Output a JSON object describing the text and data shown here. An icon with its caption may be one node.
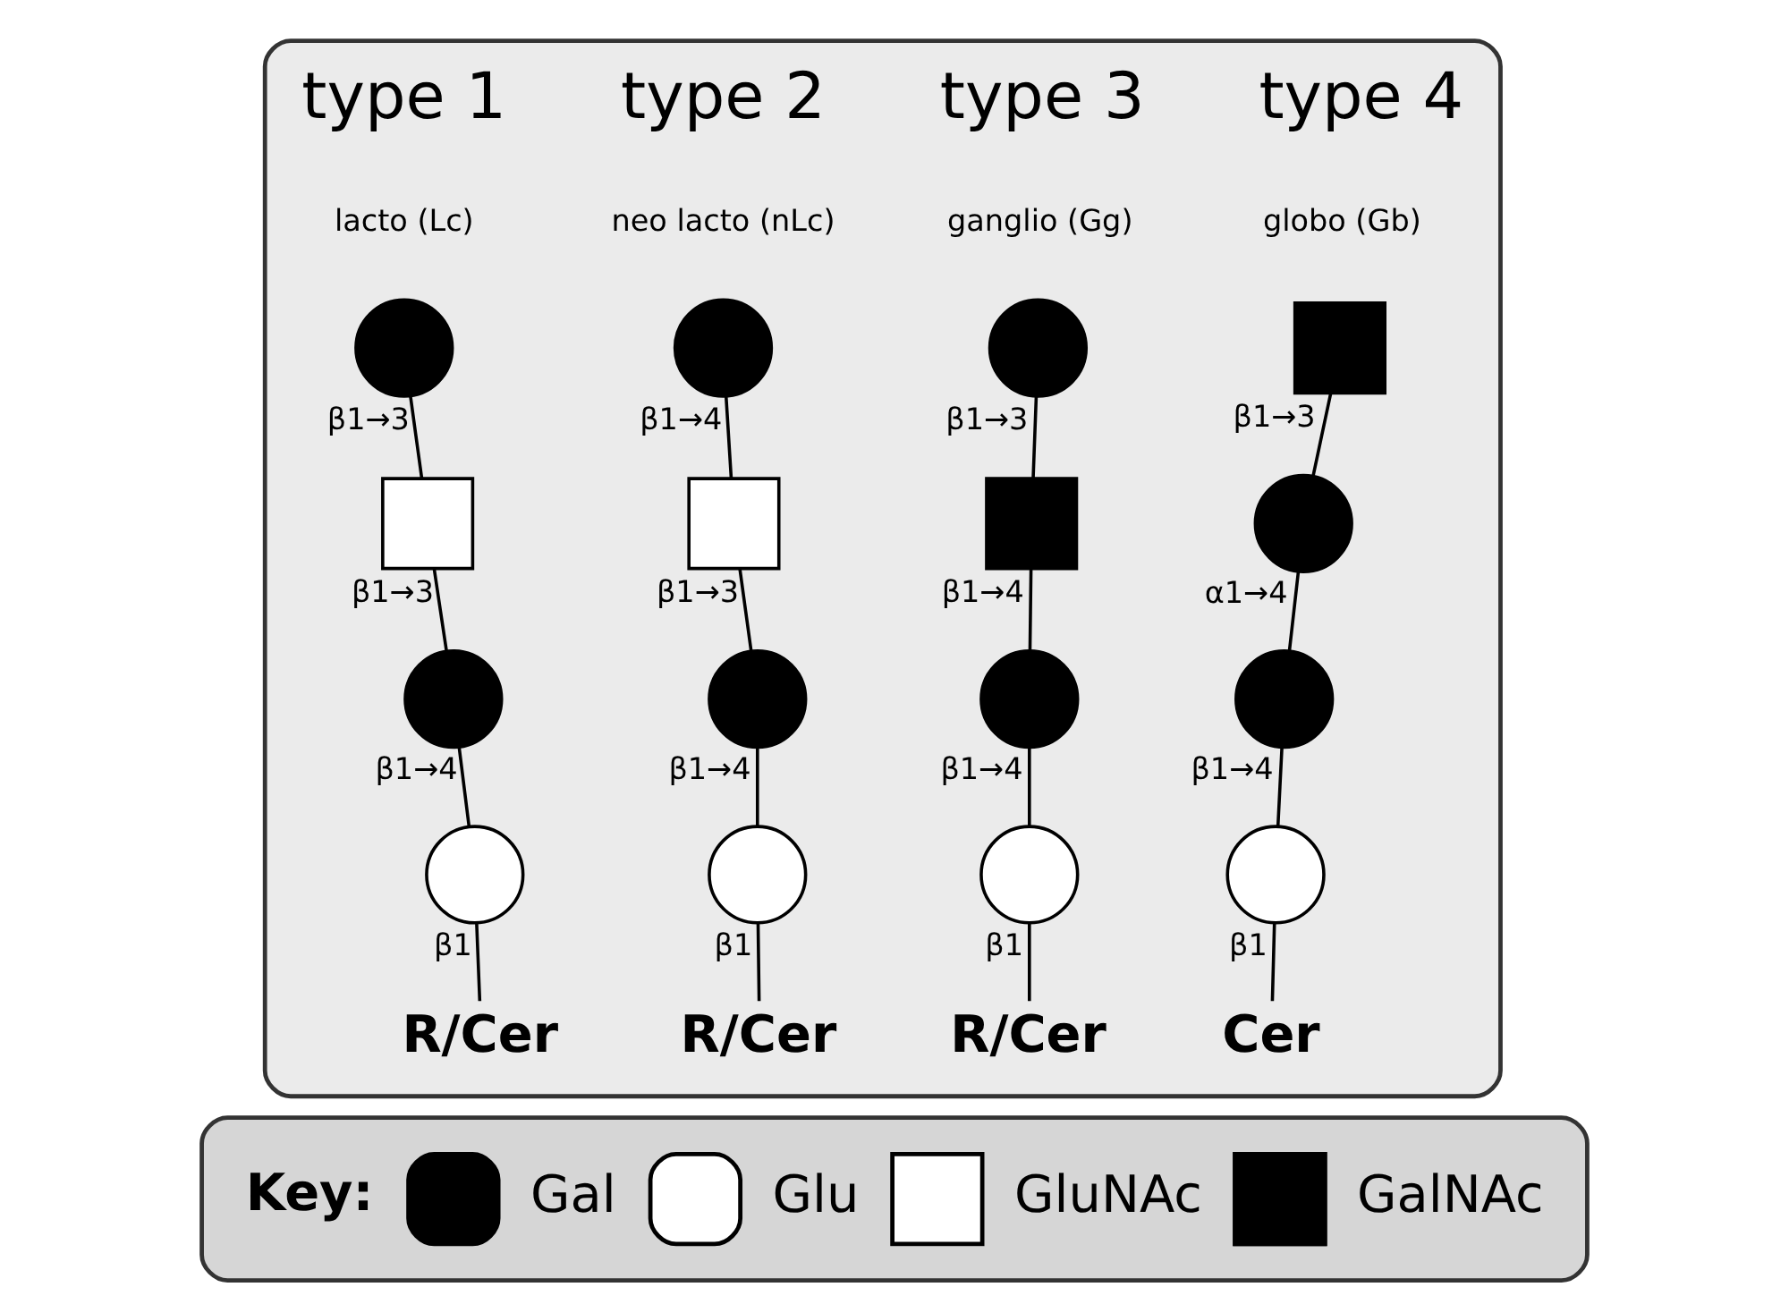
{
  "diagram": {
    "nodes": [
      {
        "text": [],
        "shape": "box"
      },
      {
        "text": [],
        "shape": "circle",
        "in": 0
      },
      {
        "text": [],
        "shape": "box",
        "in": 0
      },
      {
        "text": [],
        "shape": "circle",
        "in": 0
      },
      {
        "text": [],
        "shape": "circle",
        "in": 0
      },
      {
        "text": [
          "R/Cer"
        ],
        "in": 0
      },
      {
        "text": [],
        "shape": "circle",
        "in": 0
      },
      {
        "text": [],
        "shape": "box",
        "in": 0
      },
      {
        "text": [],
        "shape": "circle",
        "in": 0
      },
      {
        "text": [],
        "shape": "circle",
        "in": 0
      },
      {
        "text": [
          "R/Cer"
        ],
        "in": 0
      },
      {
        "text": [],
        "shape": "circle",
        "in": 0
      },
      {
        "text": [],
        "shape": "box",
        "in": 0
      },
      {
        "text": [],
        "shape": "circle",
        "in": 0
      },
      {
        "text": [],
        "shape": "circle",
        "in": 0
      },
      {
        "text": [
          "R/Cer"
        ],
        "in": 0
      },
      {
        "text": [],
        "shape": "box",
        "in": 0
      },
      {
        "text": [],
        "shape": "circle",
        "in": 0
      },
      {
        "text": [],
        "shape": "circle",
        "in": 0
      },
      {
        "text": [],
        "shape": "circle",
        "in": 0
      },
      {
        "text": [
          "Cer"
        ],
        "in": 0
      },
      {
        "text": [
          "Key:"
        ]
      }
    ],
    "edges": [
      {
        "from": 1,
        "to": 2,
        "arrow": "none",
        "label": "β1→3"
      },
      {
        "from": 2,
        "to": 3,
        "arrow": "none",
        "label": "β1→3"
      },
      {
        "from": 3,
        "to": 4,
        "arrow": "none",
        "label": "β1→4"
      },
      {
        "from": 4,
        "to": 5,
        "arrow": "none",
        "label": "β1"
      },
      {
        "from": 6,
        "to": 7,
        "arrow": "none",
        "label": "β1→4"
      },
      {
        "from": 7,
        "to": 8,
        "arrow": "none",
        "label": "β1→3"
      },
      {
        "from": 8,
        "to": 9,
        "arrow": "none",
        "label": "β1→4"
      },
      {
        "from": 9,
        "to": 10,
        "arrow": "none",
        "label": "β1"
      },
      {
        "from": 11,
        "to": 12,
        "arrow": "none",
        "label": "β1→3"
      },
      {
        "from": 12,
        "to": 13,
        "arrow": "none",
        "label": "β1→4"
      },
      {
        "from": 13,
        "to": 14,
        "arrow": "none",
        "label": "β1→4"
      },
      {
        "from": 14,
        "to": 15,
        "arrow": "none",
        "label": "β1"
      },
      {
        "from": 16,
        "to": 17,
        "arrow": "none",
        "label": "β1→3"
      },
      {
        "from": 17,
        "to": 18,
        "arrow": "none",
        "label": "α1→4"
      },
      {
        "from": 18,
        "to": 19,
        "arrow": "none",
        "label": "β1→4"
      },
      {
        "from": 19,
        "to": 20,
        "arrow": "none",
        "label": "β1"
      }
    ],
    "labels": [
      "type 1",
      "type 2",
      "type 3",
      "type 4",
      "lacto (Lc)",
      "neo lacto (nLc)",
      "ganglio (Gg)",
      "globo (Gb)"
    ],
    "legend": [
      {
        "text": "Gal"
      },
      {
        "text": "Glu"
      },
      {
        "text": "GluNAc"
      },
      {
        "text": "GalNAc"
      }
    ]
  }
}
